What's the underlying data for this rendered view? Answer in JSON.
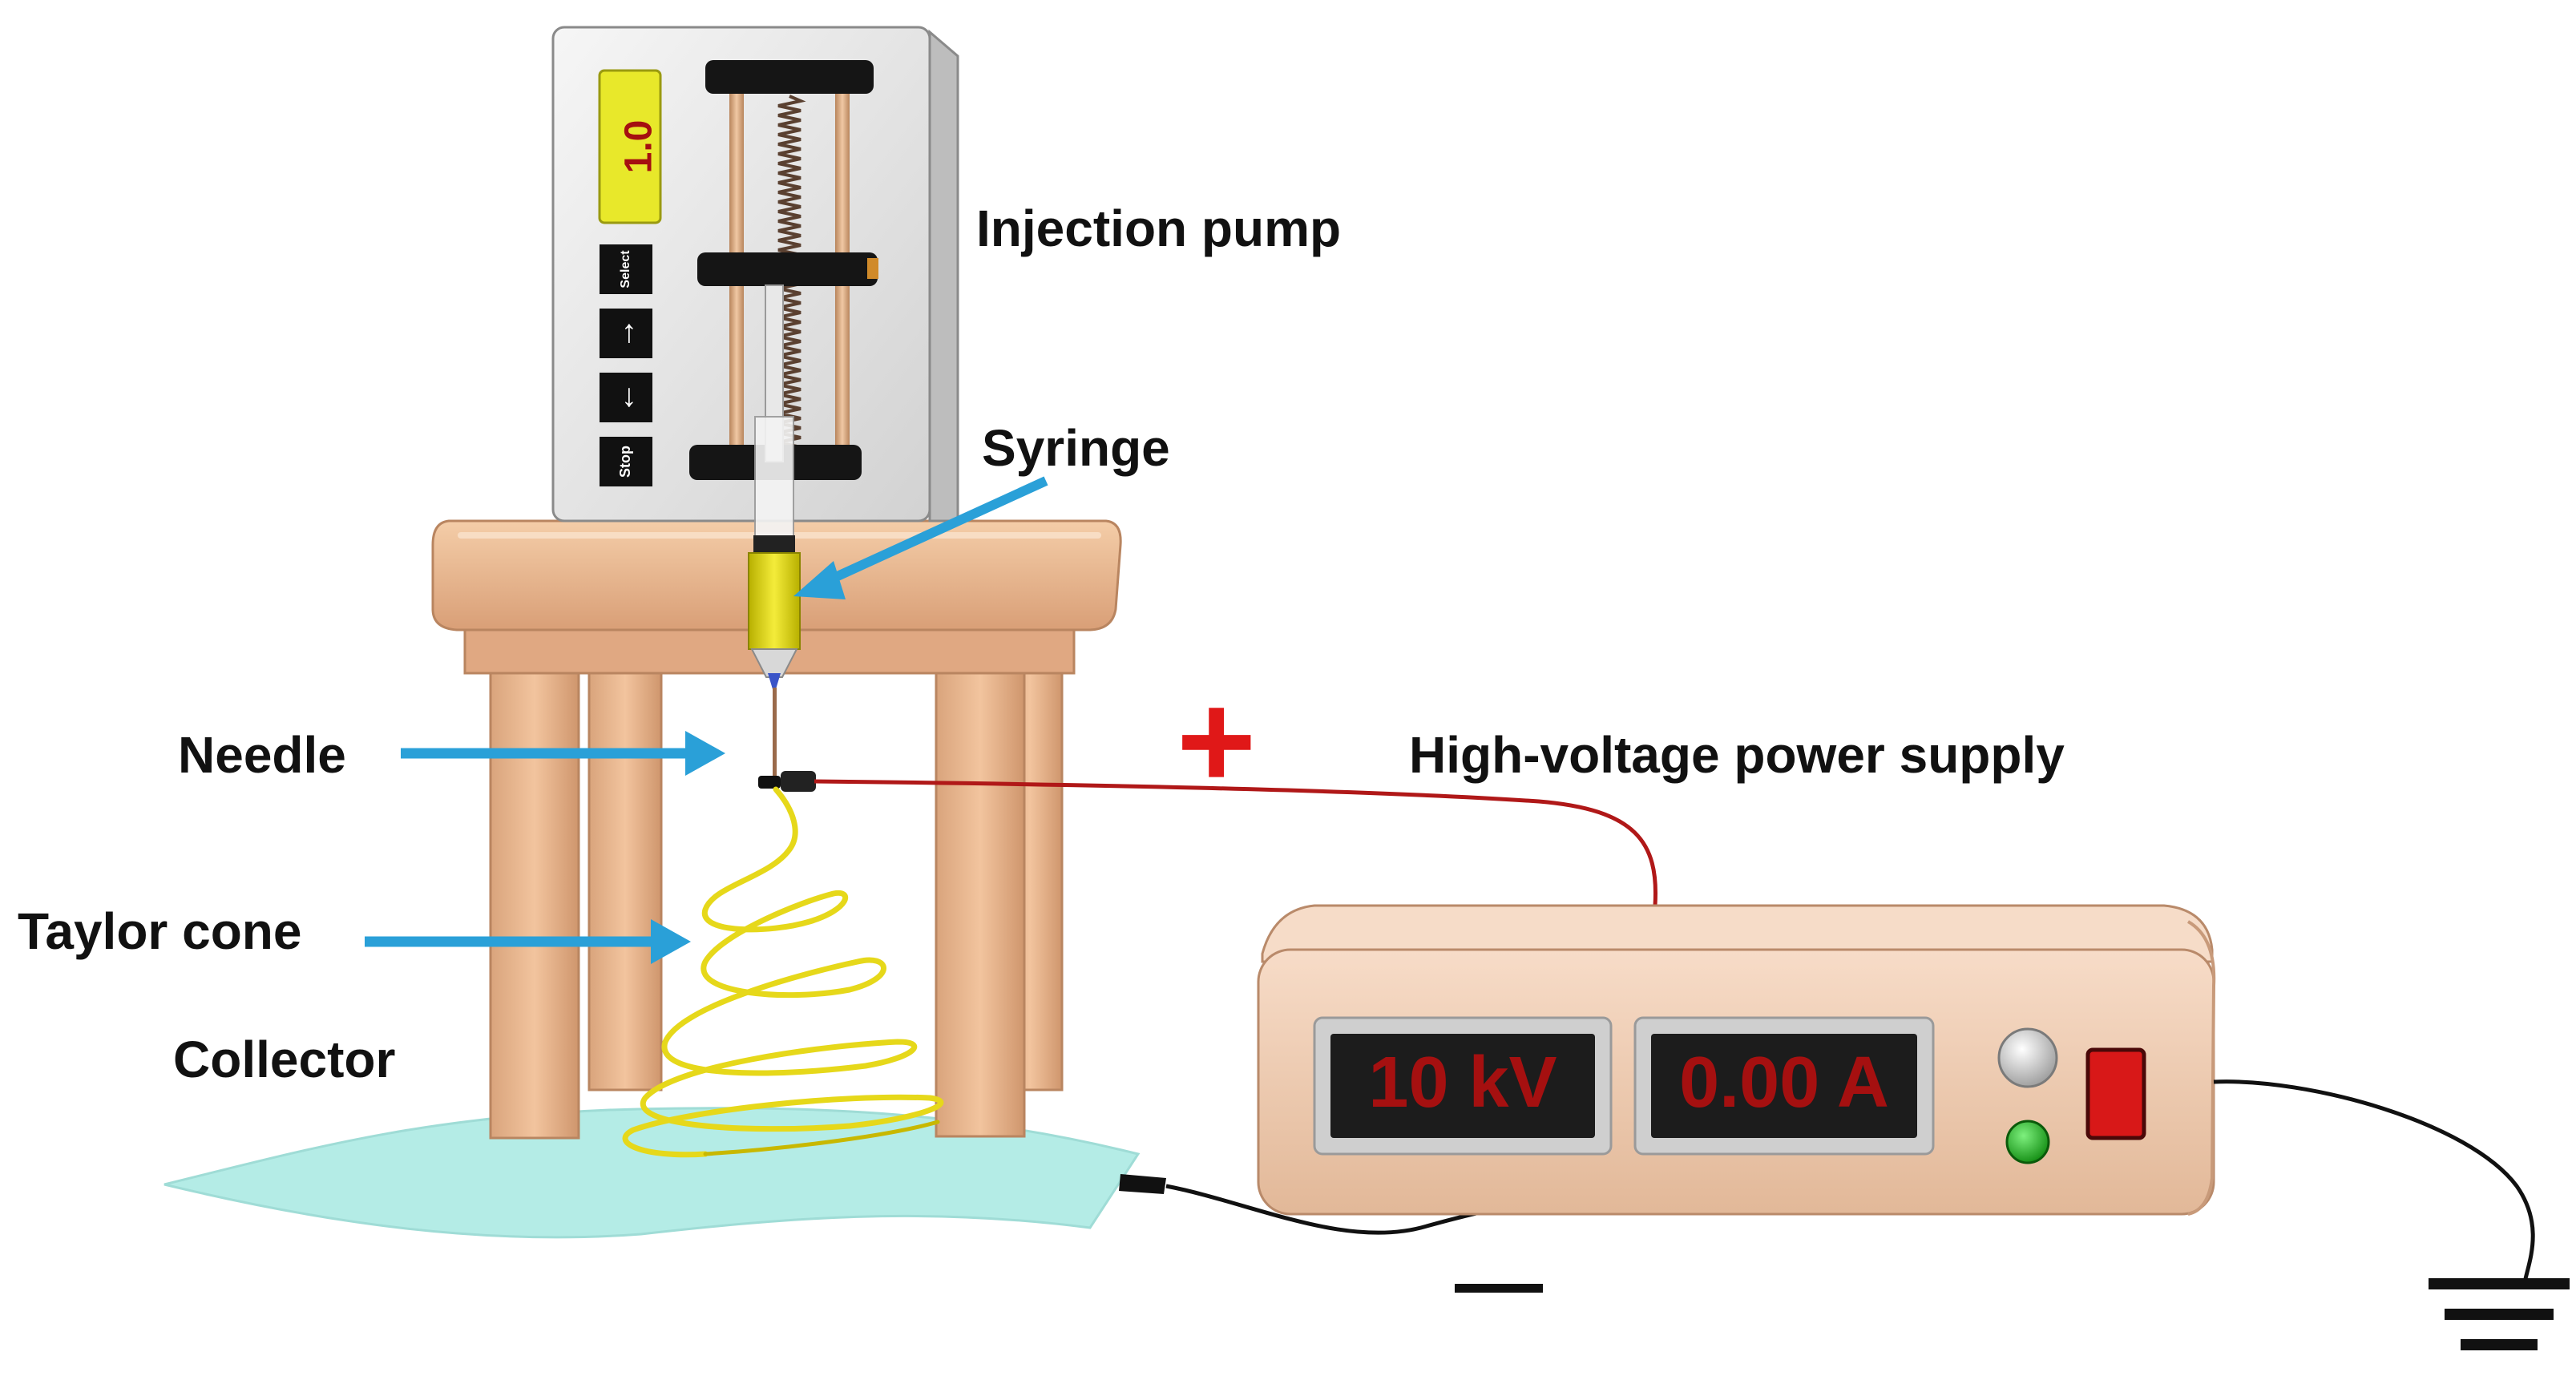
{
  "labels": {
    "injection_pump": "Injection pump",
    "syringe": "Syringe",
    "needle": "Needle",
    "taylor_cone": "Taylor cone",
    "collector": "Collector",
    "power_supply": "High-voltage power supply",
    "positive_sign": "+",
    "negative_sign": "—"
  },
  "pump": {
    "display_value": "1.0",
    "buttons": [
      "Select",
      "→",
      "←",
      "Stop"
    ]
  },
  "power_supply": {
    "voltage_display": "10 kV",
    "current_display": "0.00 A"
  },
  "colors": {
    "arrow": "#2aa0d8",
    "table_wood": "#e8b890",
    "power_box": "#f0cbb0",
    "lcd_text": "#a51010",
    "positive_wire": "#b01818",
    "negative_wire": "#111111",
    "fiber": "#e6d81a",
    "collector": "#b4ece6",
    "positive_sign": "#e01818"
  }
}
